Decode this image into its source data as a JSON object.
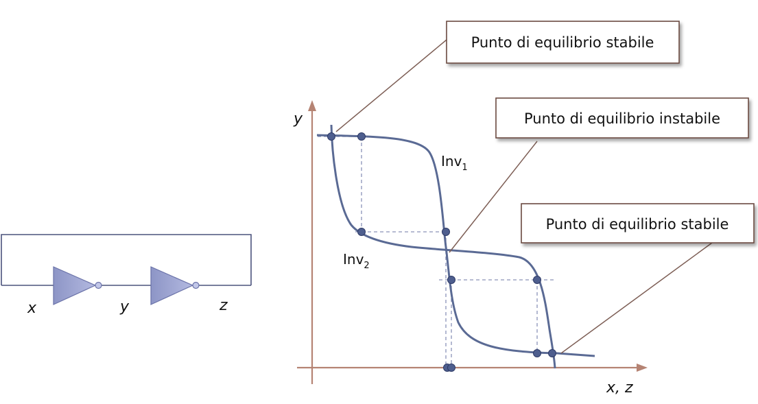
{
  "circuit": {
    "labels": {
      "x": "x",
      "y": "y",
      "z": "z"
    },
    "gate_color": "#a4abd6",
    "wire_color": "#4a527c"
  },
  "plot": {
    "axis_color": "#b58373",
    "curve_color": "#5a6a94",
    "y_label": "y",
    "x_label": "x, z",
    "inv1_label": {
      "base": "Inv",
      "sub": "1"
    },
    "inv2_label": {
      "base": "Inv",
      "sub": "2"
    }
  },
  "callouts": {
    "stable_top": "Punto di equilibrio stabile",
    "unstable": "Punto di equilibrio instabile",
    "stable_bottom": "Punto di equilibrio stabile"
  }
}
